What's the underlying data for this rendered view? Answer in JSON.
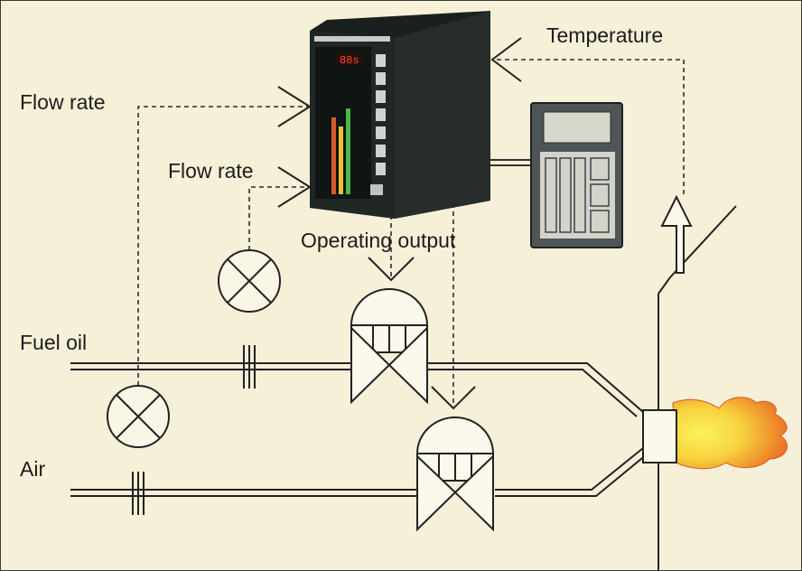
{
  "labels": {
    "temperature": "Temperature",
    "flow_rate_fuel": "Flow rate",
    "flow_rate_air": "Flow rate",
    "operating_output": "Operating output",
    "fuel_oil": "Fuel oil",
    "air": "Air"
  },
  "colors": {
    "background": "#f6f0d8",
    "line": "#222222",
    "controller_body": "#1f2623",
    "terminal_body": "#5d6364",
    "terminal_screen": "#dcdcd0",
    "flame_outer": "#ea6a22",
    "flame_inner": "#f7e24a"
  },
  "icons": [
    "controller-instrument",
    "programming-terminal",
    "flow-meter-icon",
    "control-valve-icon",
    "orifice-plate-icon",
    "burner-icon",
    "flame-icon",
    "temperature-sensor-icon"
  ]
}
